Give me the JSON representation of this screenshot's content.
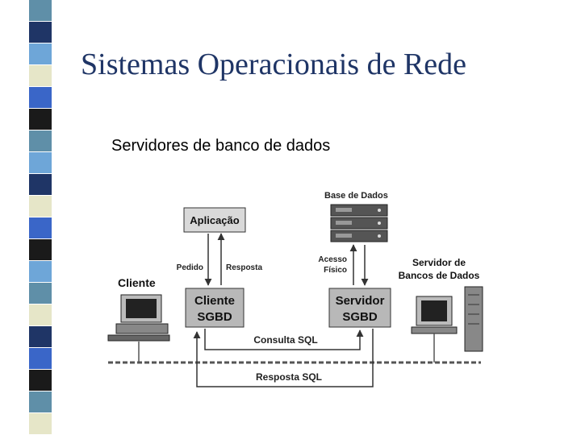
{
  "slide": {
    "title": "Sistemas Operacionais de Rede",
    "subtitle": "Servidores de banco de dados"
  },
  "theme": {
    "stripe_colors": [
      "#5f8fa8",
      "#1f3566",
      "#e6e6c8",
      "#1a1a1a",
      "#6ea6d8",
      "#3a66c8"
    ],
    "box_fill": "#d9d9d9",
    "box_fill_dark": "#b8b8b8"
  },
  "diagram": {
    "labels": {
      "base_de_dados": "Base de Dados",
      "aplicacao": "Aplicação",
      "pedido": "Pedido",
      "resposta": "Resposta",
      "acesso": "Acesso",
      "fisico": "Físico",
      "cliente": "Cliente",
      "servidor_line1": "Servidor de",
      "servidor_line2": "Bancos de Dados",
      "cliente_sgbd_line1": "Cliente",
      "cliente_sgbd_line2": "SGBD",
      "servidor_sgbd_line1": "Servidor",
      "servidor_sgbd_line2": "SGBD",
      "consulta_sql": "Consulta SQL",
      "resposta_sql": "Resposta SQL"
    }
  }
}
